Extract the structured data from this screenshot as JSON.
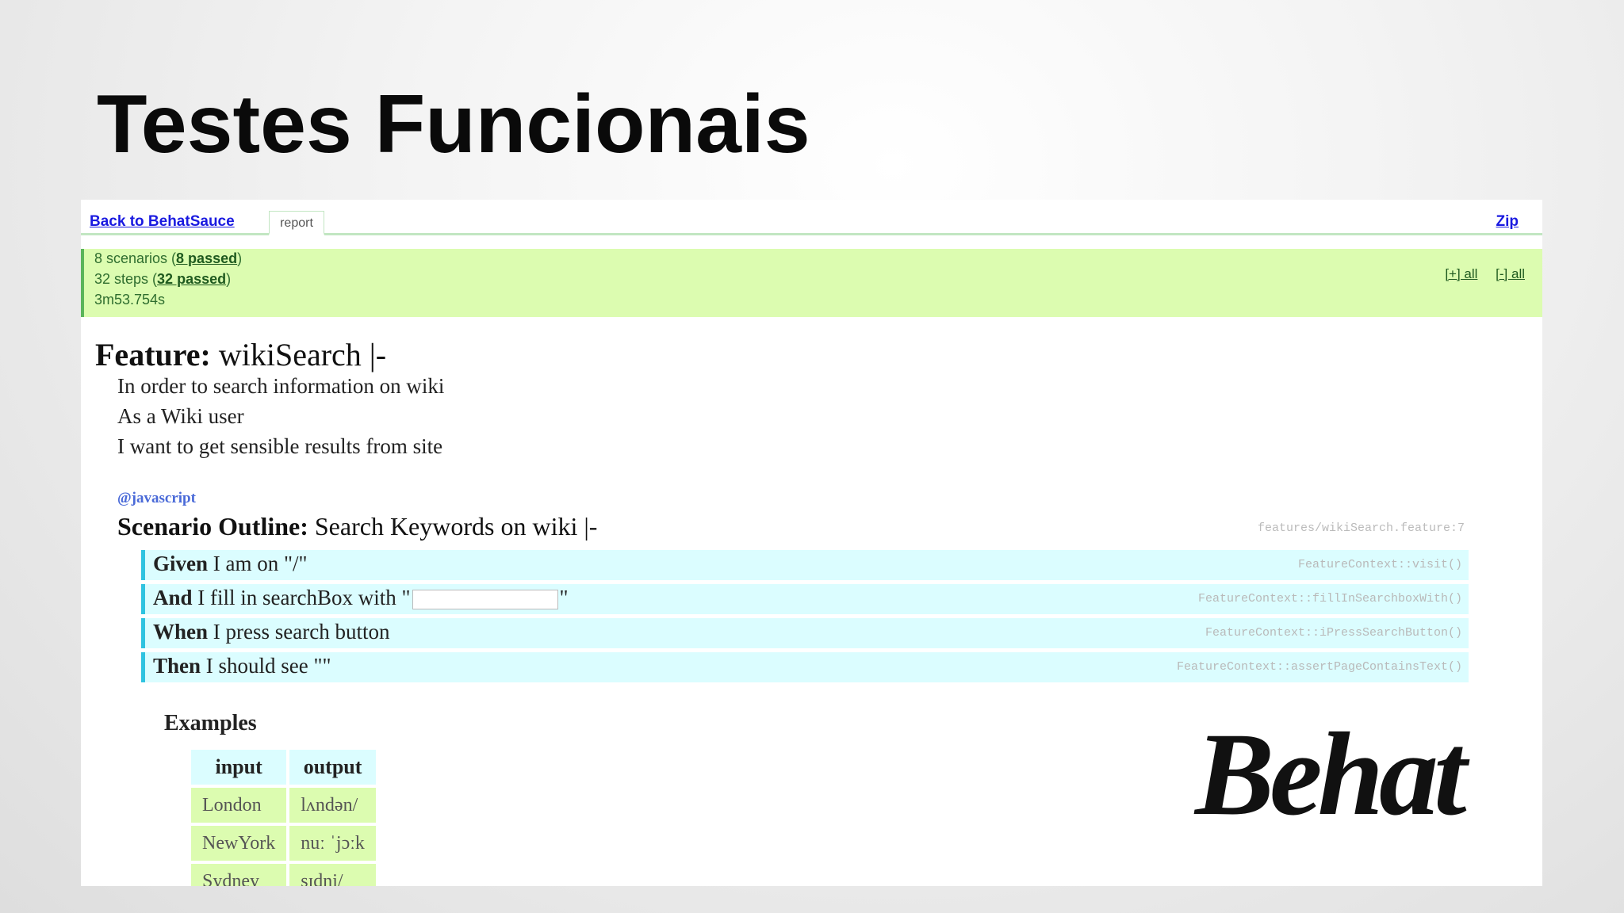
{
  "slide": {
    "title": "Testes Funcionais"
  },
  "report": {
    "back_link": "Back to BehatSauce",
    "tab": "report",
    "zip_link": "Zip",
    "summary": {
      "scenarios_prefix": "8 scenarios (",
      "scenarios_passed": "8 passed",
      "scenarios_suffix": ")",
      "steps_prefix": "32 steps (",
      "steps_passed": "32 passed",
      "steps_suffix": ")",
      "duration": "3m53.754s",
      "expand_all": "[+] all",
      "collapse_all": "[-] all"
    },
    "feature": {
      "keyword": "Feature:",
      "name": "wikiSearch |-",
      "description": [
        "In order to search information on wiki",
        "As a Wiki user",
        "I want to get sensible results from site"
      ]
    },
    "scenario": {
      "tag": "@javascript",
      "keyword": "Scenario Outline:",
      "name": "Search Keywords on wiki |-",
      "path": "features/wikiSearch.feature:7"
    },
    "steps": [
      {
        "keyword": "Given",
        "text": "I am on \"/\"",
        "definition": "FeatureContext::visit()"
      },
      {
        "keyword": "And",
        "text_before": "I fill in searchBox with \"",
        "text_after": "\"",
        "definition": "FeatureContext::fillInSearchboxWith()"
      },
      {
        "keyword": "When",
        "text": "I press search button",
        "definition": "FeatureContext::iPressSearchButton()"
      },
      {
        "keyword": "Then",
        "text": "I should see \"\"",
        "definition": "FeatureContext::assertPageContainsText()"
      }
    ],
    "examples": {
      "title": "Examples",
      "headers": [
        "input",
        "output"
      ],
      "rows": [
        [
          "London",
          "lʌndən/"
        ],
        [
          "NewYork",
          "nuː ˈjɔːk"
        ],
        [
          "Sydney",
          "sɪdni/"
        ]
      ]
    }
  },
  "logo": {
    "text": "Behat"
  },
  "colors": {
    "link": "#1a1ae0",
    "passed_bg": "#dcfcb0",
    "step_bg": "#dbfdff",
    "step_border": "#2fc3e0"
  }
}
